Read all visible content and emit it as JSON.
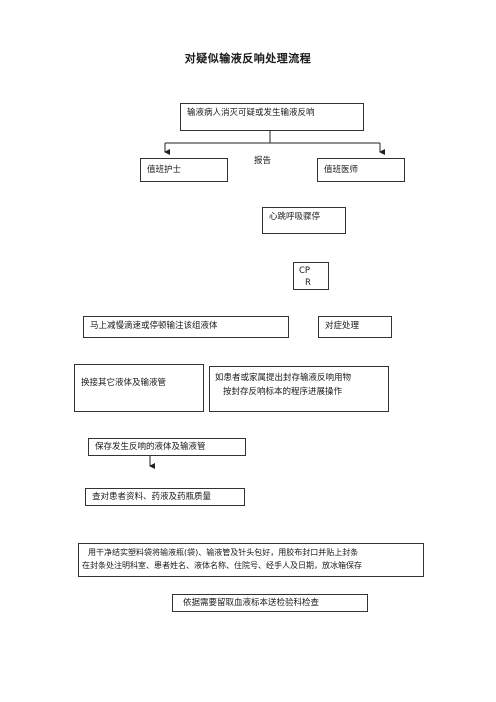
{
  "title": "对疑似输液反响处理流程",
  "nodes": {
    "report_reaction": "输液病人消灭可疑或发生输液反响",
    "duty_nurse": "值班护士",
    "report_label": "报告",
    "duty_doctor": "值班医师",
    "cardiac_arrest": "心跳呼吸骤停",
    "cpr_line1": "CP",
    "cpr_line2": "R",
    "slow_or_stop": "马上减慢滴速或停顿输注该组液体",
    "symptomatic": "对症处理",
    "replace_fluid": "换接其它液体及输液管",
    "seal_line1": "如患者或家属提出封存输液反响用物",
    "seal_line2": "按封存反响标本的程序进展操作",
    "preserve": "保存发生反响的液体及输液管",
    "check_records": "查对患者资料、药液及药瓶质量",
    "package_line1": "用干净结实塑料袋将输液瓶(袋)、输液管及针头包好，用胶布封口并贴上封条",
    "package_line2": "在封条处注明科室、患者姓名、液体名称、住院号、经手人及日期，放冰箱保存",
    "blood_sample": "依据需要留取血液标本送检验科检查"
  }
}
